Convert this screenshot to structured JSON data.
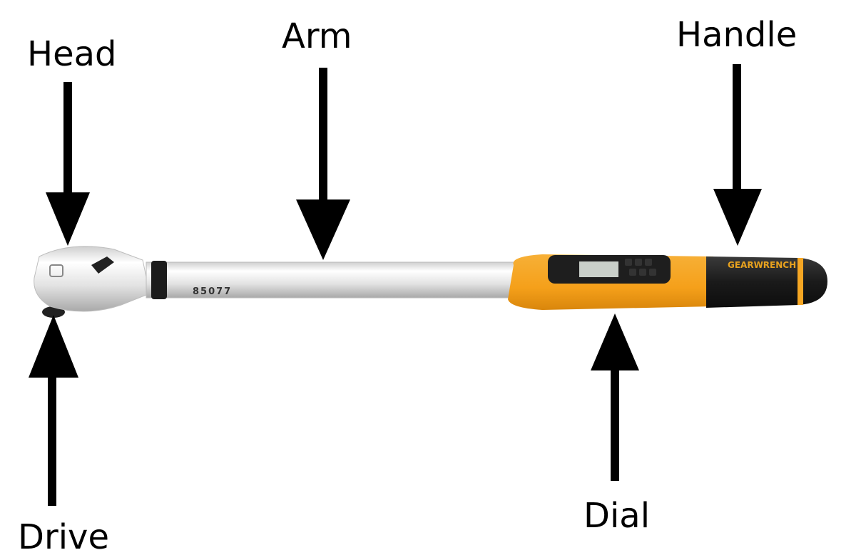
{
  "labels": {
    "head": "Head",
    "arm": "Arm",
    "handle": "Handle",
    "drive": "Drive",
    "dial": "Dial"
  },
  "wrench": {
    "brand": "GEARWRENCH",
    "model_number": "85077"
  },
  "colors": {
    "grip_orange": "#f5a623",
    "handle_black": "#1c1c1c",
    "chrome": "#e6e6e6",
    "arrow": "#000000"
  }
}
